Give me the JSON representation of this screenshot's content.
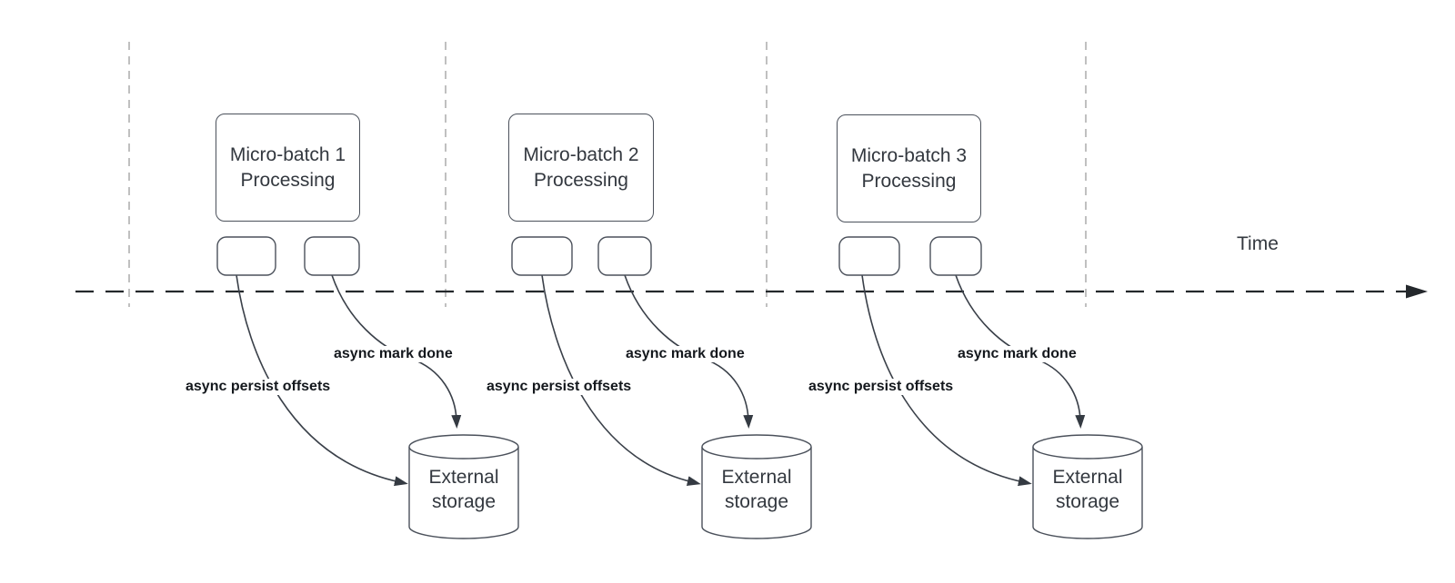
{
  "diagram": {
    "time_axis": {
      "label": "Time"
    },
    "groups": [
      {
        "processing_label": "Micro-batch 1\nProcessing",
        "persist_label": "async persist offsets",
        "mark_done_label": "async mark done",
        "storage_label": "External\nstorage"
      },
      {
        "processing_label": "Micro-batch 2\nProcessing",
        "persist_label": "async persist offsets",
        "mark_done_label": "async mark done",
        "storage_label": "External\nstorage"
      },
      {
        "processing_label": "Micro-batch 3\nProcessing",
        "persist_label": "async persist offsets",
        "mark_done_label": "async mark done",
        "storage_label": "External\nstorage"
      }
    ],
    "colors": {
      "background": "#ffffff",
      "shape_stroke": "#4b515b",
      "connector": "#3a4049",
      "guide_dash": "#a6a6a6",
      "timeline": "#24282c",
      "shape_text": "#33383f",
      "annotation_text": "#14181d"
    }
  }
}
